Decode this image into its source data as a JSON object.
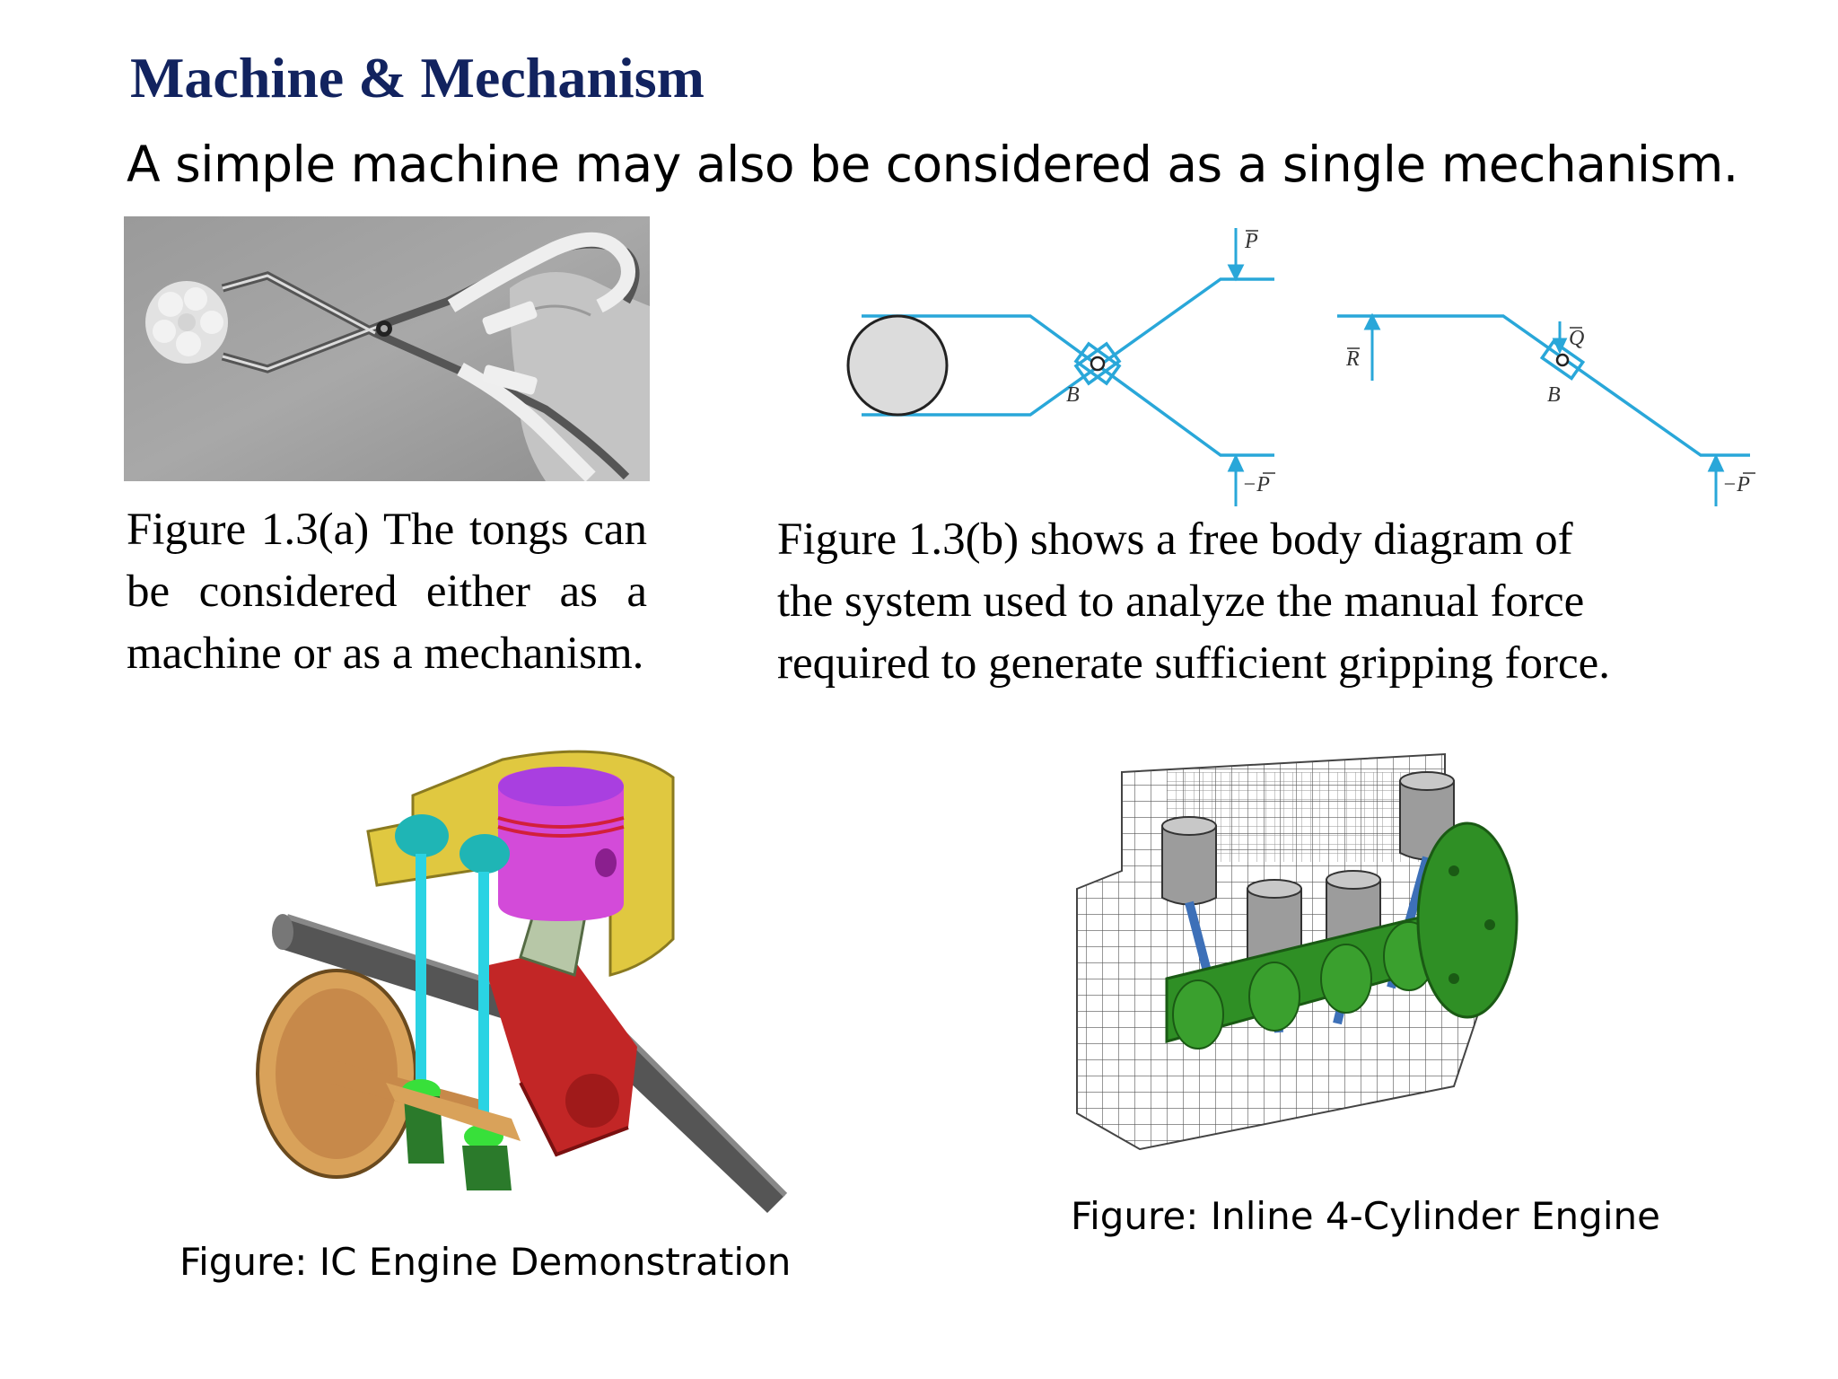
{
  "slide": {
    "title": "Machine & Mechanism",
    "subtitle": "A simple machine may also be considered as a single mechanism."
  },
  "figures": {
    "tongs_photo": {
      "caption": "Figure 1.3(a) The tongs can be considered either as a machine or as a mechanism."
    },
    "free_body_diagram": {
      "caption": "Figure 1.3(b) shows a free body diagram of\nthe system used to analyze the manual force\nrequired to generate sufficient gripping force.",
      "labels": {
        "P": "P",
        "neg_P": "−P",
        "B": "B",
        "R": "R",
        "Q": "Q"
      },
      "line_color": "#29a7d9"
    },
    "ic_engine": {
      "caption": "Figure: IC Engine Demonstration"
    },
    "inline_engine": {
      "caption": "Figure: Inline 4-Cylinder Engine"
    }
  }
}
